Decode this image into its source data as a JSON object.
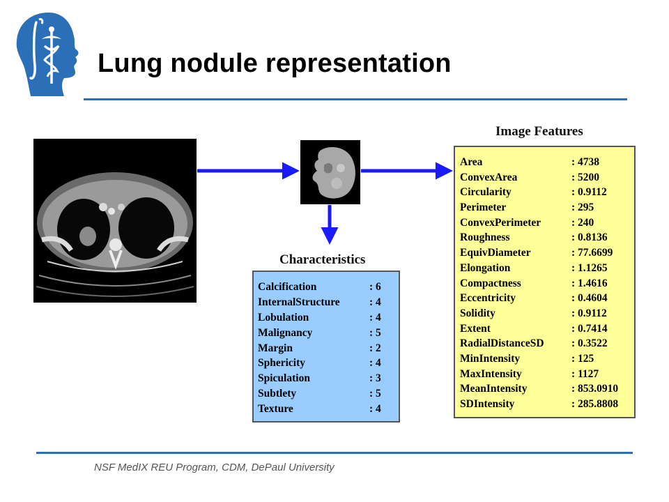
{
  "slide": {
    "title": "Lung nodule representation",
    "footer": "NSF MedIX REU Program, CDM, DePaul University"
  },
  "logo": {
    "icon": "head-with-caduceus-icon",
    "color": "#2a6fb8"
  },
  "characteristics": {
    "title": "Characteristics",
    "rows": [
      {
        "label": "Calcification",
        "value": ": 6"
      },
      {
        "label": "InternalStructure",
        "value": ": 4"
      },
      {
        "label": "Lobulation",
        "value": ": 4"
      },
      {
        "label": "Malignancy",
        "value": ": 5"
      },
      {
        "label": "Margin",
        "value": ": 2"
      },
      {
        "label": "Sphericity",
        "value": ": 4"
      },
      {
        "label": "Spiculation",
        "value": ": 3"
      },
      {
        "label": "Subtlety",
        "value": ": 5"
      },
      {
        "label": "Texture",
        "value": ": 4"
      }
    ]
  },
  "image_features": {
    "title": "Image Features",
    "rows": [
      {
        "label": "Area",
        "value": ": 4738"
      },
      {
        "label": "ConvexArea",
        "value": ": 5200"
      },
      {
        "label": "Circularity",
        "value": ": 0.9112"
      },
      {
        "label": "Perimeter",
        "value": ": 295"
      },
      {
        "label": "ConvexPerimeter",
        "value": ": 240"
      },
      {
        "label": "Roughness",
        "value": ": 0.8136"
      },
      {
        "label": "EquivDiameter",
        "value": ": 77.6699"
      },
      {
        "label": "Elongation",
        "value": ": 1.1265"
      },
      {
        "label": "Compactness",
        "value": ": 1.4616"
      },
      {
        "label": "Eccentricity",
        "value": ": 0.4604"
      },
      {
        "label": "Solidity",
        "value": ": 0.9112"
      },
      {
        "label": "Extent",
        "value": ": 0.7414"
      },
      {
        "label": "RadialDistanceSD",
        "value": ": 0.3522"
      },
      {
        "label": "MinIntensity",
        "value": ": 125"
      },
      {
        "label": "MaxIntensity",
        "value": ": 1127"
      },
      {
        "label": "MeanIntensity",
        "value": ": 853.0910"
      },
      {
        "label": "SDIntensity",
        "value": ": 285.8808"
      }
    ]
  },
  "colors": {
    "arrow": "#1a1aff",
    "characteristics_fill": "#99ccff",
    "features_fill": "#ffff99",
    "rule": "#2a6fb8"
  }
}
